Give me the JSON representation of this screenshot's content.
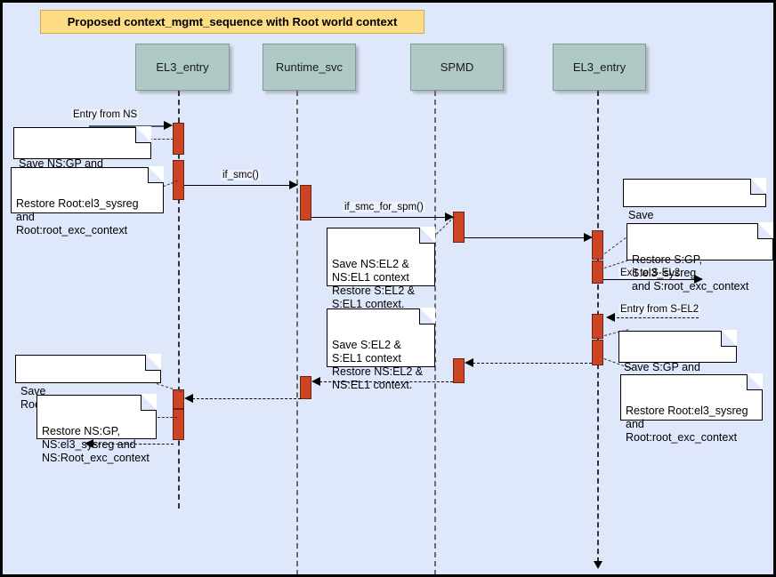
{
  "diagram": {
    "type": "uml-sequence",
    "title": "Proposed context_mgmt_sequence with Root world context",
    "background_color": "#dfe7fb",
    "title_background_color": "#fcdd84",
    "lifeline_head_color": "#aec9c6",
    "activation_color": "#cd4425",
    "note_color": "#ffffff",
    "participants": [
      {
        "id": "el3_entry_left",
        "label": "EL3_entry"
      },
      {
        "id": "runtime_svc",
        "label": "Runtime_svc"
      },
      {
        "id": "spmd",
        "label": "SPMD"
      },
      {
        "id": "el3_entry_right",
        "label": "EL3_entry"
      }
    ],
    "messages": [
      {
        "id": "m1",
        "label": "Entry from NS",
        "from": "external-left",
        "to": "el3_entry_left",
        "style": "solid"
      },
      {
        "id": "m2",
        "label": "if_smc()",
        "from": "el3_entry_left",
        "to": "runtime_svc",
        "style": "solid"
      },
      {
        "id": "m3",
        "label": "if_smc_for_spm()",
        "from": "runtime_svc",
        "to": "spmd",
        "style": "solid"
      },
      {
        "id": "m4",
        "label": "",
        "from": "spmd",
        "to": "el3_entry_right",
        "style": "solid"
      },
      {
        "id": "m5",
        "label": "Exit to S-EL2",
        "from": "el3_entry_right",
        "to": "external-right",
        "style": "solid"
      },
      {
        "id": "m6",
        "label": "Entry from S-EL2",
        "from": "external-right",
        "to": "el3_entry_right",
        "style": "dashed"
      },
      {
        "id": "m7",
        "label": "",
        "from": "el3_entry_right",
        "to": "spmd",
        "style": "dashed"
      },
      {
        "id": "m8",
        "label": "",
        "from": "spmd",
        "to": "runtime_svc",
        "style": "dashed"
      },
      {
        "id": "m9",
        "label": "",
        "from": "runtime_svc",
        "to": "el3_entry_left",
        "style": "dashed"
      },
      {
        "id": "m10",
        "label": "",
        "from": "el3_entry_left",
        "to": "external-left",
        "style": "dashed"
      }
    ],
    "notes": [
      {
        "id": "n1",
        "text": "Save NS:GP and\nNS:Root_exc_context",
        "attached_to": "el3_entry_left"
      },
      {
        "id": "n2",
        "text": "Restore Root:el3_sysreg\nand\nRoot:root_exc_context",
        "attached_to": "el3_entry_left"
      },
      {
        "id": "n3",
        "text": "Save NS:EL2 &\nNS:EL1 context\nRestore S:EL2 &\nS:EL1 context.",
        "attached_to": "spmd"
      },
      {
        "id": "n4",
        "text": "Save Root:root_exc_context",
        "attached_to": "el3_entry_right"
      },
      {
        "id": "n5",
        "text": "Restore S:GP, S:el3_sysreg\nand S:root_exc_context",
        "attached_to": "el3_entry_right"
      },
      {
        "id": "n6",
        "text": "Save S:GP and\nS:root_exc_context",
        "attached_to": "el3_entry_right"
      },
      {
        "id": "n7",
        "text": "Restore Root:el3_sysreg\nand\nRoot:root_exc_context",
        "attached_to": "el3_entry_right"
      },
      {
        "id": "n8",
        "text": "Save S:EL2 &\nS:EL1 context\nRestore NS:EL2 &\nNS:EL1 context.",
        "attached_to": "spmd"
      },
      {
        "id": "n9",
        "text": "Save Root:root_exc_context",
        "attached_to": "el3_entry_left"
      },
      {
        "id": "n10",
        "text": "Restore NS:GP,\nNS:el3_sysreg and\nNS:Root_exc_context",
        "attached_to": "el3_entry_left"
      }
    ]
  }
}
